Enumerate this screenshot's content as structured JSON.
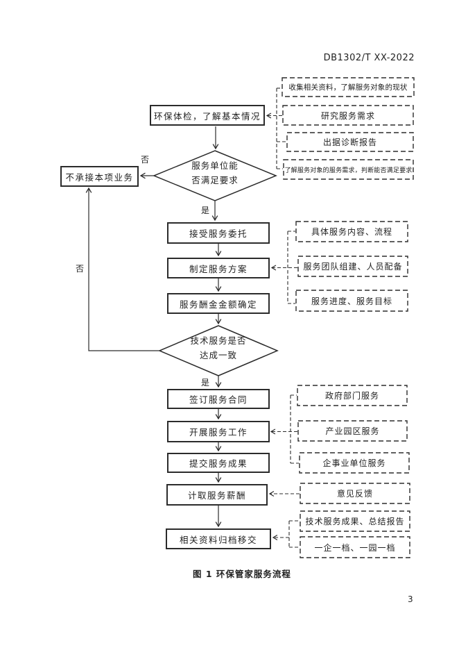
{
  "page": {
    "header_code": "DB1302/T XX-2022",
    "page_number": "3",
    "figure_caption": "图 1 环保管家服务流程"
  },
  "flowchart": {
    "labels": {
      "yes": "是",
      "no": "否"
    },
    "steps": {
      "health_check": "环保体检，了解基本情况",
      "reject": "不承接本项业务",
      "accept_commission": "接受服务委托",
      "make_plan": "制定服务方案",
      "fee_confirm": "服务酬金金额确定",
      "sign_contract": "签订服务合同",
      "carry_out": "开展服务工作",
      "submit_results": "提交服务成果",
      "collect_payment": "计取服务薪酬",
      "archive_transfer": "相关资料归档移交"
    },
    "decisions": {
      "d1_line1": "服务单位能",
      "d1_line2": "否满足要求",
      "d2_line1": "技术服务是否",
      "d2_line2": "达成一致"
    },
    "notes": {
      "collect_info": "收集相关资料，了解服务对象的现状",
      "research_needs": "研究服务需求",
      "issue_report": "出据诊断报告",
      "judge_needs": "了解服务对象的服务需求，判断能否满足要求",
      "service_content": "具体服务内容、流程",
      "team_build": "服务团队组建、人员配备",
      "service_progress": "服务进度、服务目标",
      "gov_service": "政府部门服务",
      "park_service": "产业园区服务",
      "enterprise_service": "企事业单位服务",
      "feedback": "意见反馈",
      "tech_results": "技术服务成果、总结报告",
      "one_file": "一企一档、一园一档"
    }
  }
}
